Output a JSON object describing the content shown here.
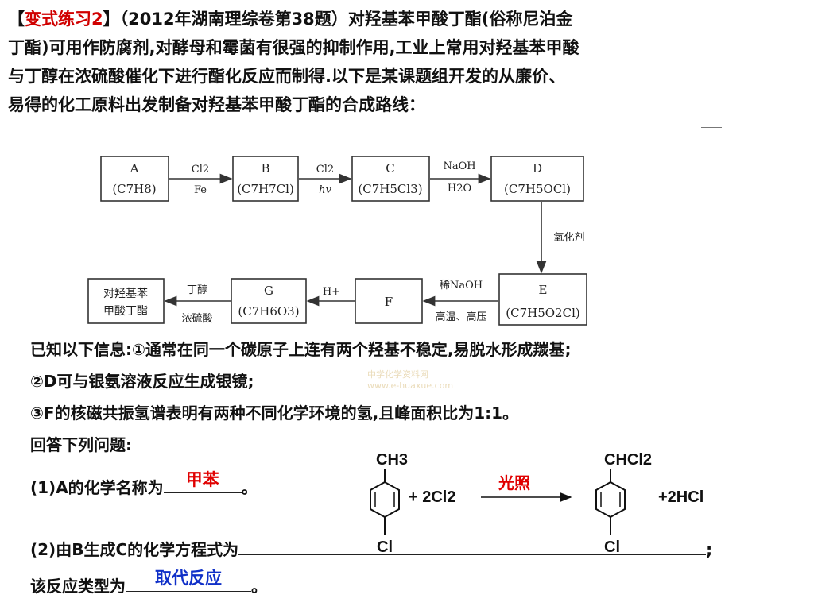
{
  "intro": {
    "bracket_open": "【",
    "tag": "变式练习",
    "tag_num": "2",
    "bracket_close": "】",
    "line1_rest": "（2012年湖南理综卷第38题）对羟基苯甲酸丁酯(俗称尼泊金",
    "line2": "丁酯)可用作防腐剂,对酵母和霉菌有很强的抑制作用,工业上常用对羟基苯甲酸",
    "line3": "与丁醇在浓硫酸催化下进行酯化反应而制得.以下是某课题组开发的从廉价、",
    "line4": "易得的化工原料出发制备对羟基苯甲酸丁酯的合成路线："
  },
  "flow": {
    "A": {
      "name": "A",
      "formula": "(C7H8)"
    },
    "B": {
      "name": "B",
      "formula": "(C7H7Cl)"
    },
    "C": {
      "name": "C",
      "formula": "(C7H5Cl3)"
    },
    "D": {
      "name": "D",
      "formula": "(C7H5OCl)"
    },
    "E": {
      "name": "E",
      "formula": "(C7H5O2Cl)"
    },
    "F": {
      "name": "F"
    },
    "G": {
      "name": "G",
      "formula": "(C7H6O3)"
    },
    "product": {
      "line1": "对羟基苯",
      "line2": "甲酸丁酯"
    },
    "arrow_AB": {
      "top": "Cl2",
      "bottom": "Fe"
    },
    "arrow_BC": {
      "top": "Cl2",
      "bottom": "hv"
    },
    "arrow_CD": {
      "top": "NaOH",
      "bottom": "H2O"
    },
    "arrow_DE": {
      "label": "氧化剂"
    },
    "arrow_EF": {
      "top": "稀NaOH",
      "bottom": "高温、高压"
    },
    "arrow_FG": {
      "top": "H+"
    },
    "arrow_G_prod": {
      "top": "丁醇",
      "bottom": "浓硫酸"
    }
  },
  "info": {
    "line1": "已知以下信息:①通常在同一个碳原子上连有两个羟基不稳定,易脱水形成羰基;",
    "line2": "②D可与银氨溶液反应生成银镜;",
    "line3": "③F的核磁共振氢谱表明有两种不同化学环境的氢,且峰面积比为1:1。",
    "line4": "回答下列问题:"
  },
  "watermark": {
    "line1": "中学化学资料网",
    "line2": "www.e-huaxue.com"
  },
  "questions": {
    "q1_prefix": "(1)A的化学名称为",
    "q1_answer": "甲苯",
    "q1_suffix": "。",
    "q2_prefix": "(2)由B生成C的化学方程式为",
    "q2_suffix": ";",
    "q3_prefix": "该反应类型为",
    "q3_answer": "取代反应",
    "q3_suffix": "。"
  },
  "reaction": {
    "reactant_top": "CH3",
    "reactant_bottom": "Cl",
    "plus_cl2": "+ 2Cl2",
    "condition": "光照",
    "product_top": "CHCl2",
    "product_bottom": "Cl",
    "hcl": "+2HCl"
  },
  "colors": {
    "tag": "#d00000",
    "answer_red": "#e00000",
    "answer_blue": "#1030c8"
  }
}
